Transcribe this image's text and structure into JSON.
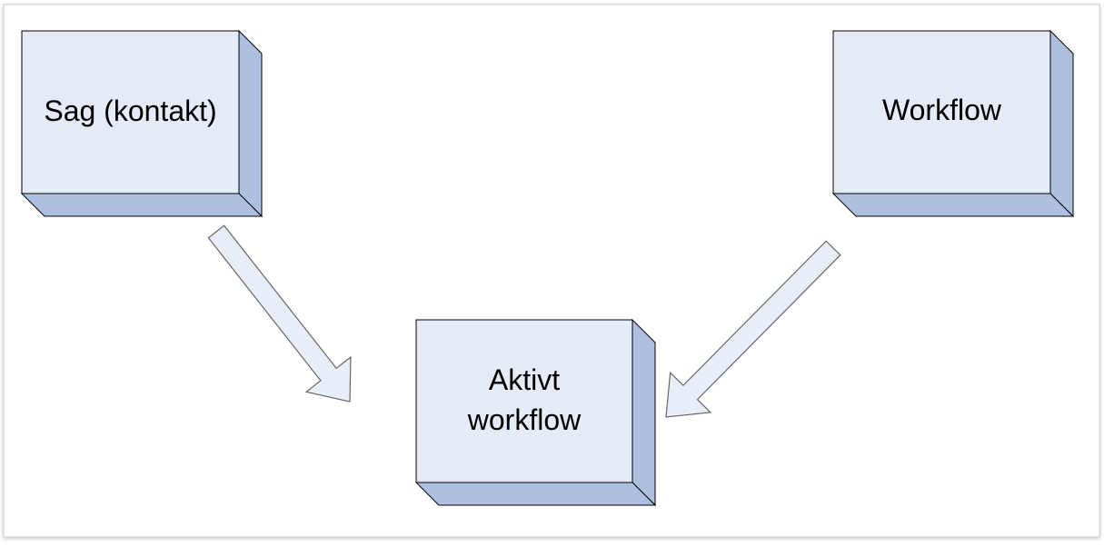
{
  "diagram": {
    "nodes": {
      "sag": {
        "label": "Sag (kontakt)"
      },
      "workflow": {
        "label": "Workflow"
      },
      "aktivt": {
        "label_line1": "Aktivt",
        "label_line2": "workflow"
      }
    },
    "edges": [
      {
        "from": "sag",
        "to": "aktivt"
      },
      {
        "from": "workflow",
        "to": "aktivt"
      }
    ]
  },
  "colors": {
    "box_face": "#e4eaf6",
    "box_side": "#adc0e0",
    "box_stroke": "#000000",
    "arrow_fill": "#e8eef8",
    "arrow_stroke": "#666666",
    "frame_stroke": "#cfcfcf"
  }
}
